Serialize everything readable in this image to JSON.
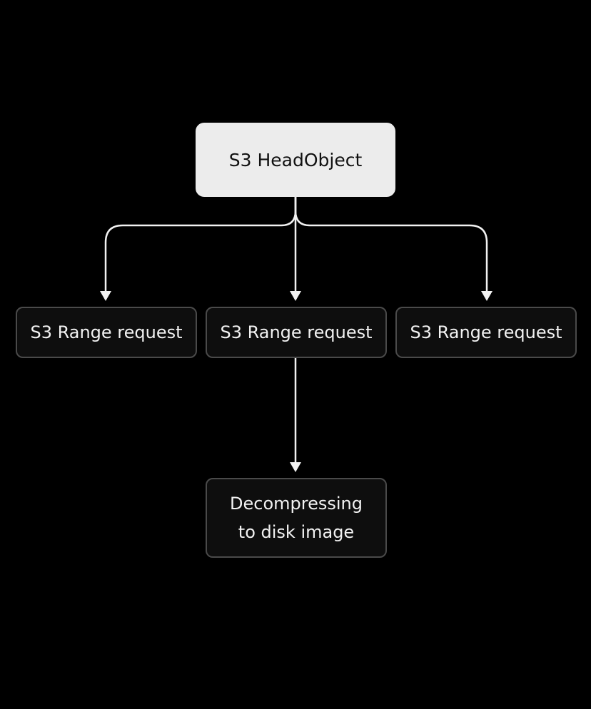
{
  "diagram": {
    "root": {
      "label": "S3 HeadObject"
    },
    "ranges": [
      {
        "label": "S3 Range request"
      },
      {
        "label": "S3 Range request"
      },
      {
        "label": "S3 Range request"
      }
    ],
    "decompress": {
      "line1": "Decompressing",
      "line2": "to disk image"
    },
    "colors": {
      "background": "#000000",
      "root_fill": "#ececec",
      "node_fill": "#0e0e0e",
      "node_border": "#4a4a4a",
      "connector": "#f2f2f2"
    }
  }
}
